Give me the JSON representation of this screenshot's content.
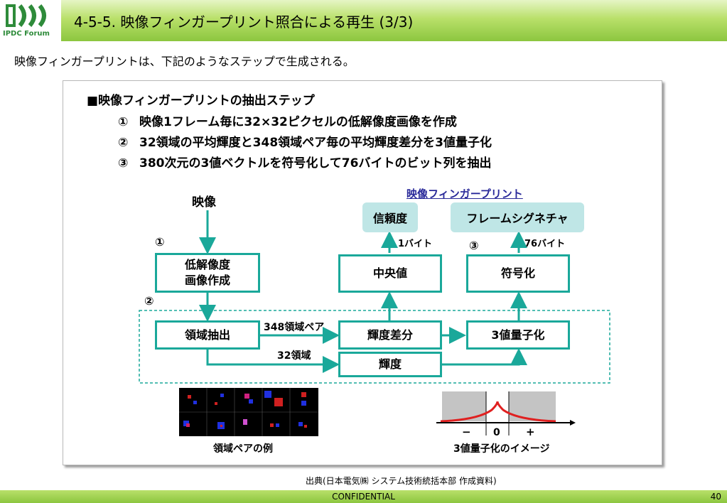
{
  "header": {
    "title": "4-5-5. 映像フィンガープリント照合による再生 (3/3)",
    "logo_text": "IPDC Forum"
  },
  "intro": "映像フィンガープリントは、下記のようなステップで生成される。",
  "steps": {
    "heading": "■映像フィンガープリントの抽出ステップ",
    "items": [
      {
        "num": "①",
        "text": "映像1フレーム毎に32×32ピクセルの低解像度画像を作成"
      },
      {
        "num": "②",
        "text": "32領域の平均輝度と348領域ペア毎の平均輝度差分を3値量子化"
      },
      {
        "num": "③",
        "text": "380次元の3値ベクトルを符号化して76バイトのビット列を抽出"
      }
    ]
  },
  "diagram": {
    "input_label": "映像",
    "marker_1": "①",
    "marker_2": "②",
    "marker_3": "③",
    "low_res_box": [
      "低解像度",
      "画像作成"
    ],
    "region_extract": "領域抽出",
    "pair_label": "348領域ペア",
    "region_label": "32領域",
    "luma_diff": "輝度差分",
    "luma": "輝度",
    "quantize": "3値量子化",
    "median": "中央値",
    "encode": "符号化",
    "one_byte": "1バイト",
    "bytes_76": "76バイト",
    "confidence": "信頼度",
    "frame_signature": "フレームシグネチャ",
    "fingerprint_title": "映像フィンガープリント",
    "pair_example_caption": "領域ペアの例",
    "quant_caption": "3値量子化のイメージ",
    "quant_minus": "−",
    "quant_zero": "0",
    "quant_plus": "+"
  },
  "source_note": "出典(日本電気㈱ システム技術統括本部 作成資料)",
  "footer": {
    "confidential": "CONFIDENTIAL",
    "page": "40"
  },
  "colors": {
    "header_green": "#8cc63f",
    "box_border": "#1aa89a",
    "pill_fill": "#bfe6e6",
    "fingerprint_title": "#2a2a9a",
    "curve_red": "#e02020"
  }
}
